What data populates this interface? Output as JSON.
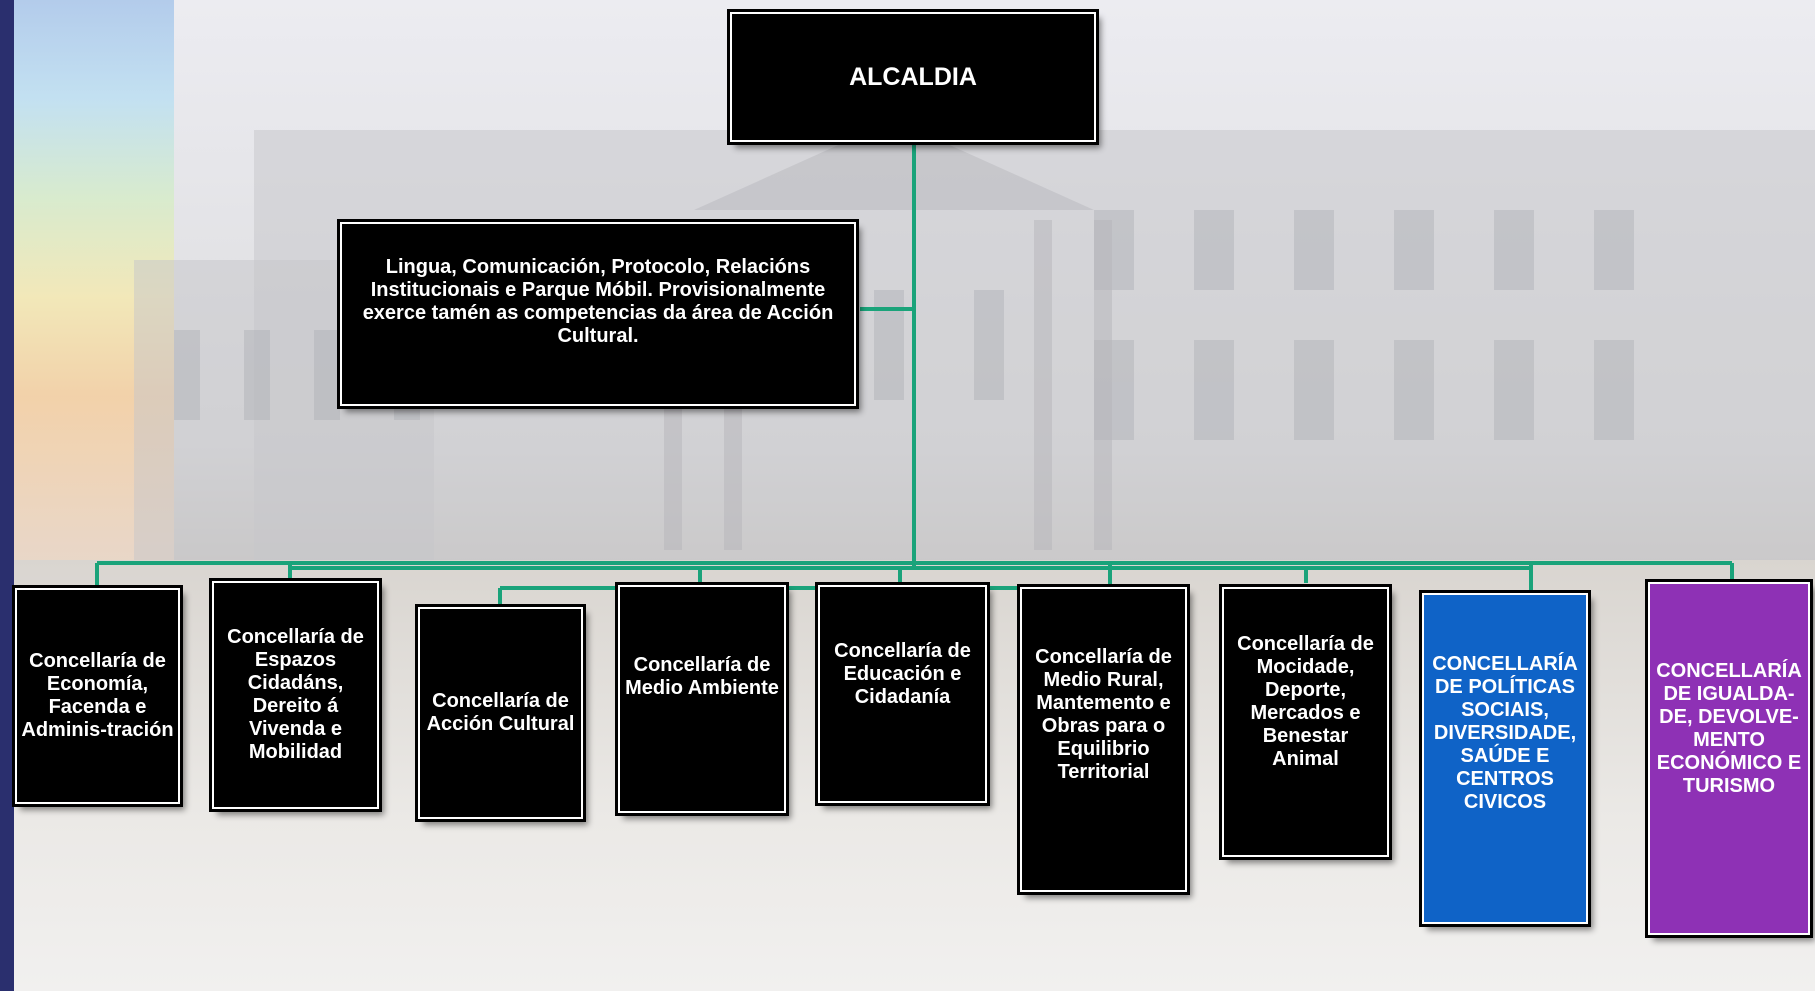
{
  "colors": {
    "connector": "#1aa37a",
    "box_fill": "#000000",
    "blue_box": "#0f63c7",
    "purple_box": "#8e31b5",
    "side_bar": "#2a2f6e"
  },
  "root": {
    "label": "ALCALDIA"
  },
  "advisor": {
    "label": "Lingua, Comunicación, Protocolo, Relacións Institucionais e Parque Móbil. Provisionalmente exerce tamén as competencias da área de Acción Cultural."
  },
  "departments": [
    {
      "label": "Concellaría de Economía, Facenda e Adminis-tración"
    },
    {
      "label": "Concellaría de Espazos Cidadáns, Dereito á Vivenda e Mobilidad"
    },
    {
      "label": "Concellaría de Acción Cultural"
    },
    {
      "label": "Concellaría de Medio Ambiente"
    },
    {
      "label": "Concellaría de Educación e Cidadanía"
    },
    {
      "label": "Concellaría de Medio Rural, Mantemento e Obras para o Equilibrio Territorial"
    },
    {
      "label": "Concellaría de Mocidade, Deporte, Mercados e Benestar Animal"
    },
    {
      "label": "CONCELLARÍA DE POLÍTICAS SOCIAIS, DIVERSIDADE, SAÚDE E CENTROS CIVICOS"
    },
    {
      "label": "CONCELLARÍA DE IGUALDA-DE, DEVOLVE-MENTO ECONÓMICO E TURISMO"
    }
  ]
}
